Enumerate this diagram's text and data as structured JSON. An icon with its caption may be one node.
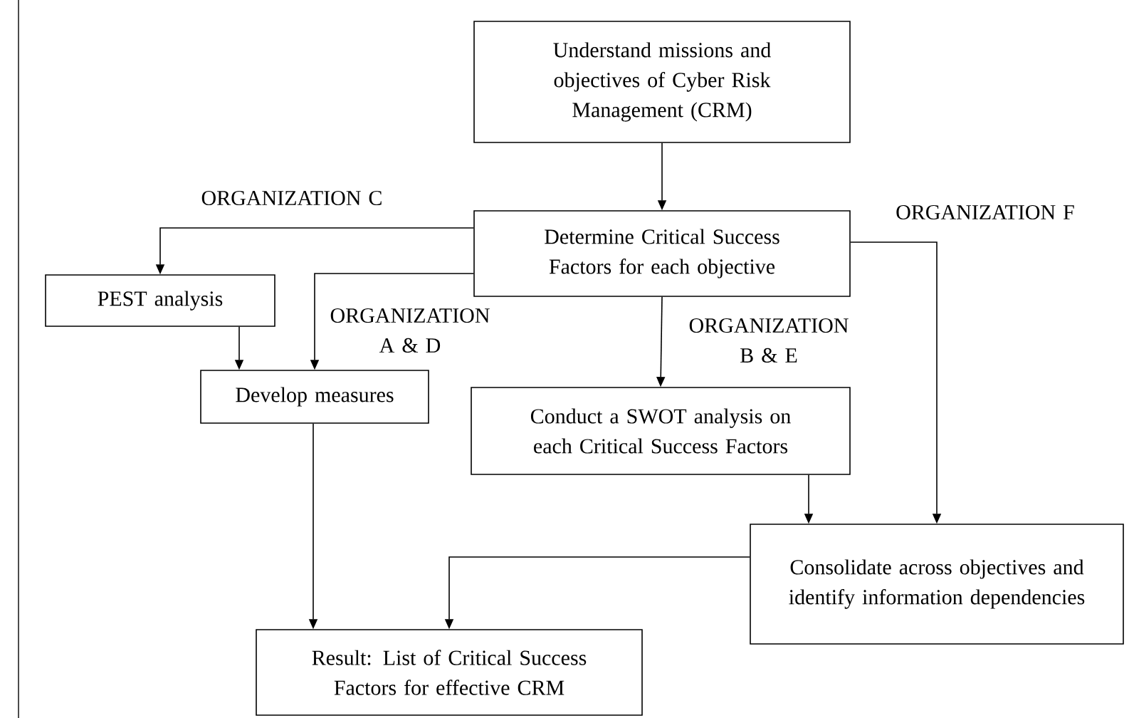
{
  "diagram": {
    "nodes": [
      {
        "text": [
          "Understand missions and objectives of Cyber Risk Management (CRM)"
        ]
      },
      {
        "text": [
          "Determine Critical Success Factors for each objective"
        ]
      },
      {
        "text": [
          "PEST analysis"
        ]
      },
      {
        "text": [
          "Develop measures"
        ]
      },
      {
        "text": [
          "Conduct a SWOT analysis on each Critical Success Factors"
        ]
      },
      {
        "text": [
          "Consolidate across objectives and identify information dependencies"
        ]
      },
      {
        "text": [
          "Result: List of Critical Success Factors for effective CRM"
        ]
      }
    ],
    "edges": [
      {
        "from": 0,
        "to": 1,
        "arrow": "to"
      },
      {
        "from": 1,
        "to": 2,
        "arrow": "to",
        "label": "ORGANIZATION C"
      },
      {
        "from": 1,
        "to": 3,
        "arrow": "to",
        "label": "ORGANIZATION A & D"
      },
      {
        "from": 2,
        "to": 3,
        "arrow": "to"
      },
      {
        "from": 1,
        "to": 4,
        "arrow": "to",
        "label": "ORGANIZATION B & E"
      },
      {
        "from": 1,
        "to": 5,
        "arrow": "to",
        "label": "ORGANIZATION F"
      },
      {
        "from": 4,
        "to": 5,
        "arrow": "to"
      },
      {
        "from": 3,
        "to": 6,
        "arrow": "to"
      },
      {
        "from": 5,
        "to": 6,
        "arrow": "to"
      }
    ]
  }
}
